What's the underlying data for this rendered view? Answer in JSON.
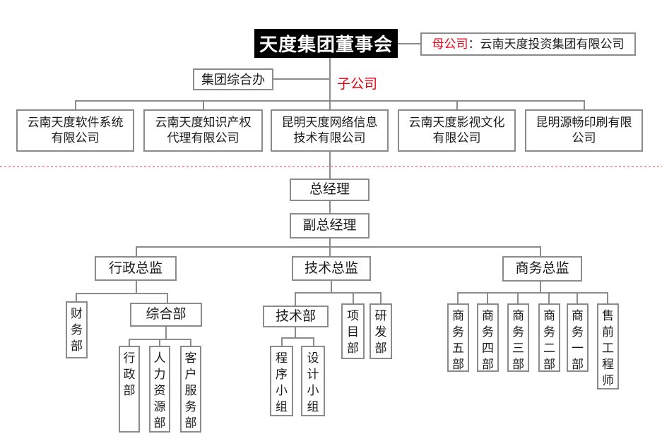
{
  "board": {
    "title": "天度集团董事会"
  },
  "parent_note": {
    "label": "母公司",
    "rest": "：云南天度投资集团有限公司"
  },
  "group_office": {
    "label": "集团综合办"
  },
  "subsidiary_label": "子公司",
  "subsidiaries": [
    {
      "line1": "云南天度软件系统",
      "line2": "有限公司"
    },
    {
      "line1": "云南天度知识产权",
      "line2": "代理有限公司"
    },
    {
      "line1": "昆明天度网络信息",
      "line2": "技术有限公司"
    },
    {
      "line1": "云南天度影视文化",
      "line2": "有限公司"
    },
    {
      "line1": "昆明源畅印刷有限",
      "line2": "公司"
    }
  ],
  "management": {
    "gm": "总经理",
    "deputy_gm": "副总经理"
  },
  "directors": {
    "admin": "行政总监",
    "tech": "技术总监",
    "biz": "商务总监"
  },
  "admin_branch": {
    "finance": "财务部",
    "general": "综合部",
    "departments": [
      "行政部",
      "人力资源部",
      "客户服务部"
    ]
  },
  "tech_branch": {
    "tech_dept": "技术部",
    "project": "项目部",
    "rd": "研发部",
    "teams": [
      "程序小组",
      "设计小组"
    ]
  },
  "biz_branch": {
    "departments": [
      "商务五部",
      "商务四部",
      "商务三部",
      "商务二部",
      "商务一部",
      "售前工程师"
    ]
  },
  "colors": {
    "accent_red": "#e60012",
    "divider_red": "#f4a0a0",
    "line_gray": "#8b8b8b",
    "title_bg": "#000000",
    "title_text": "#ffffff"
  }
}
